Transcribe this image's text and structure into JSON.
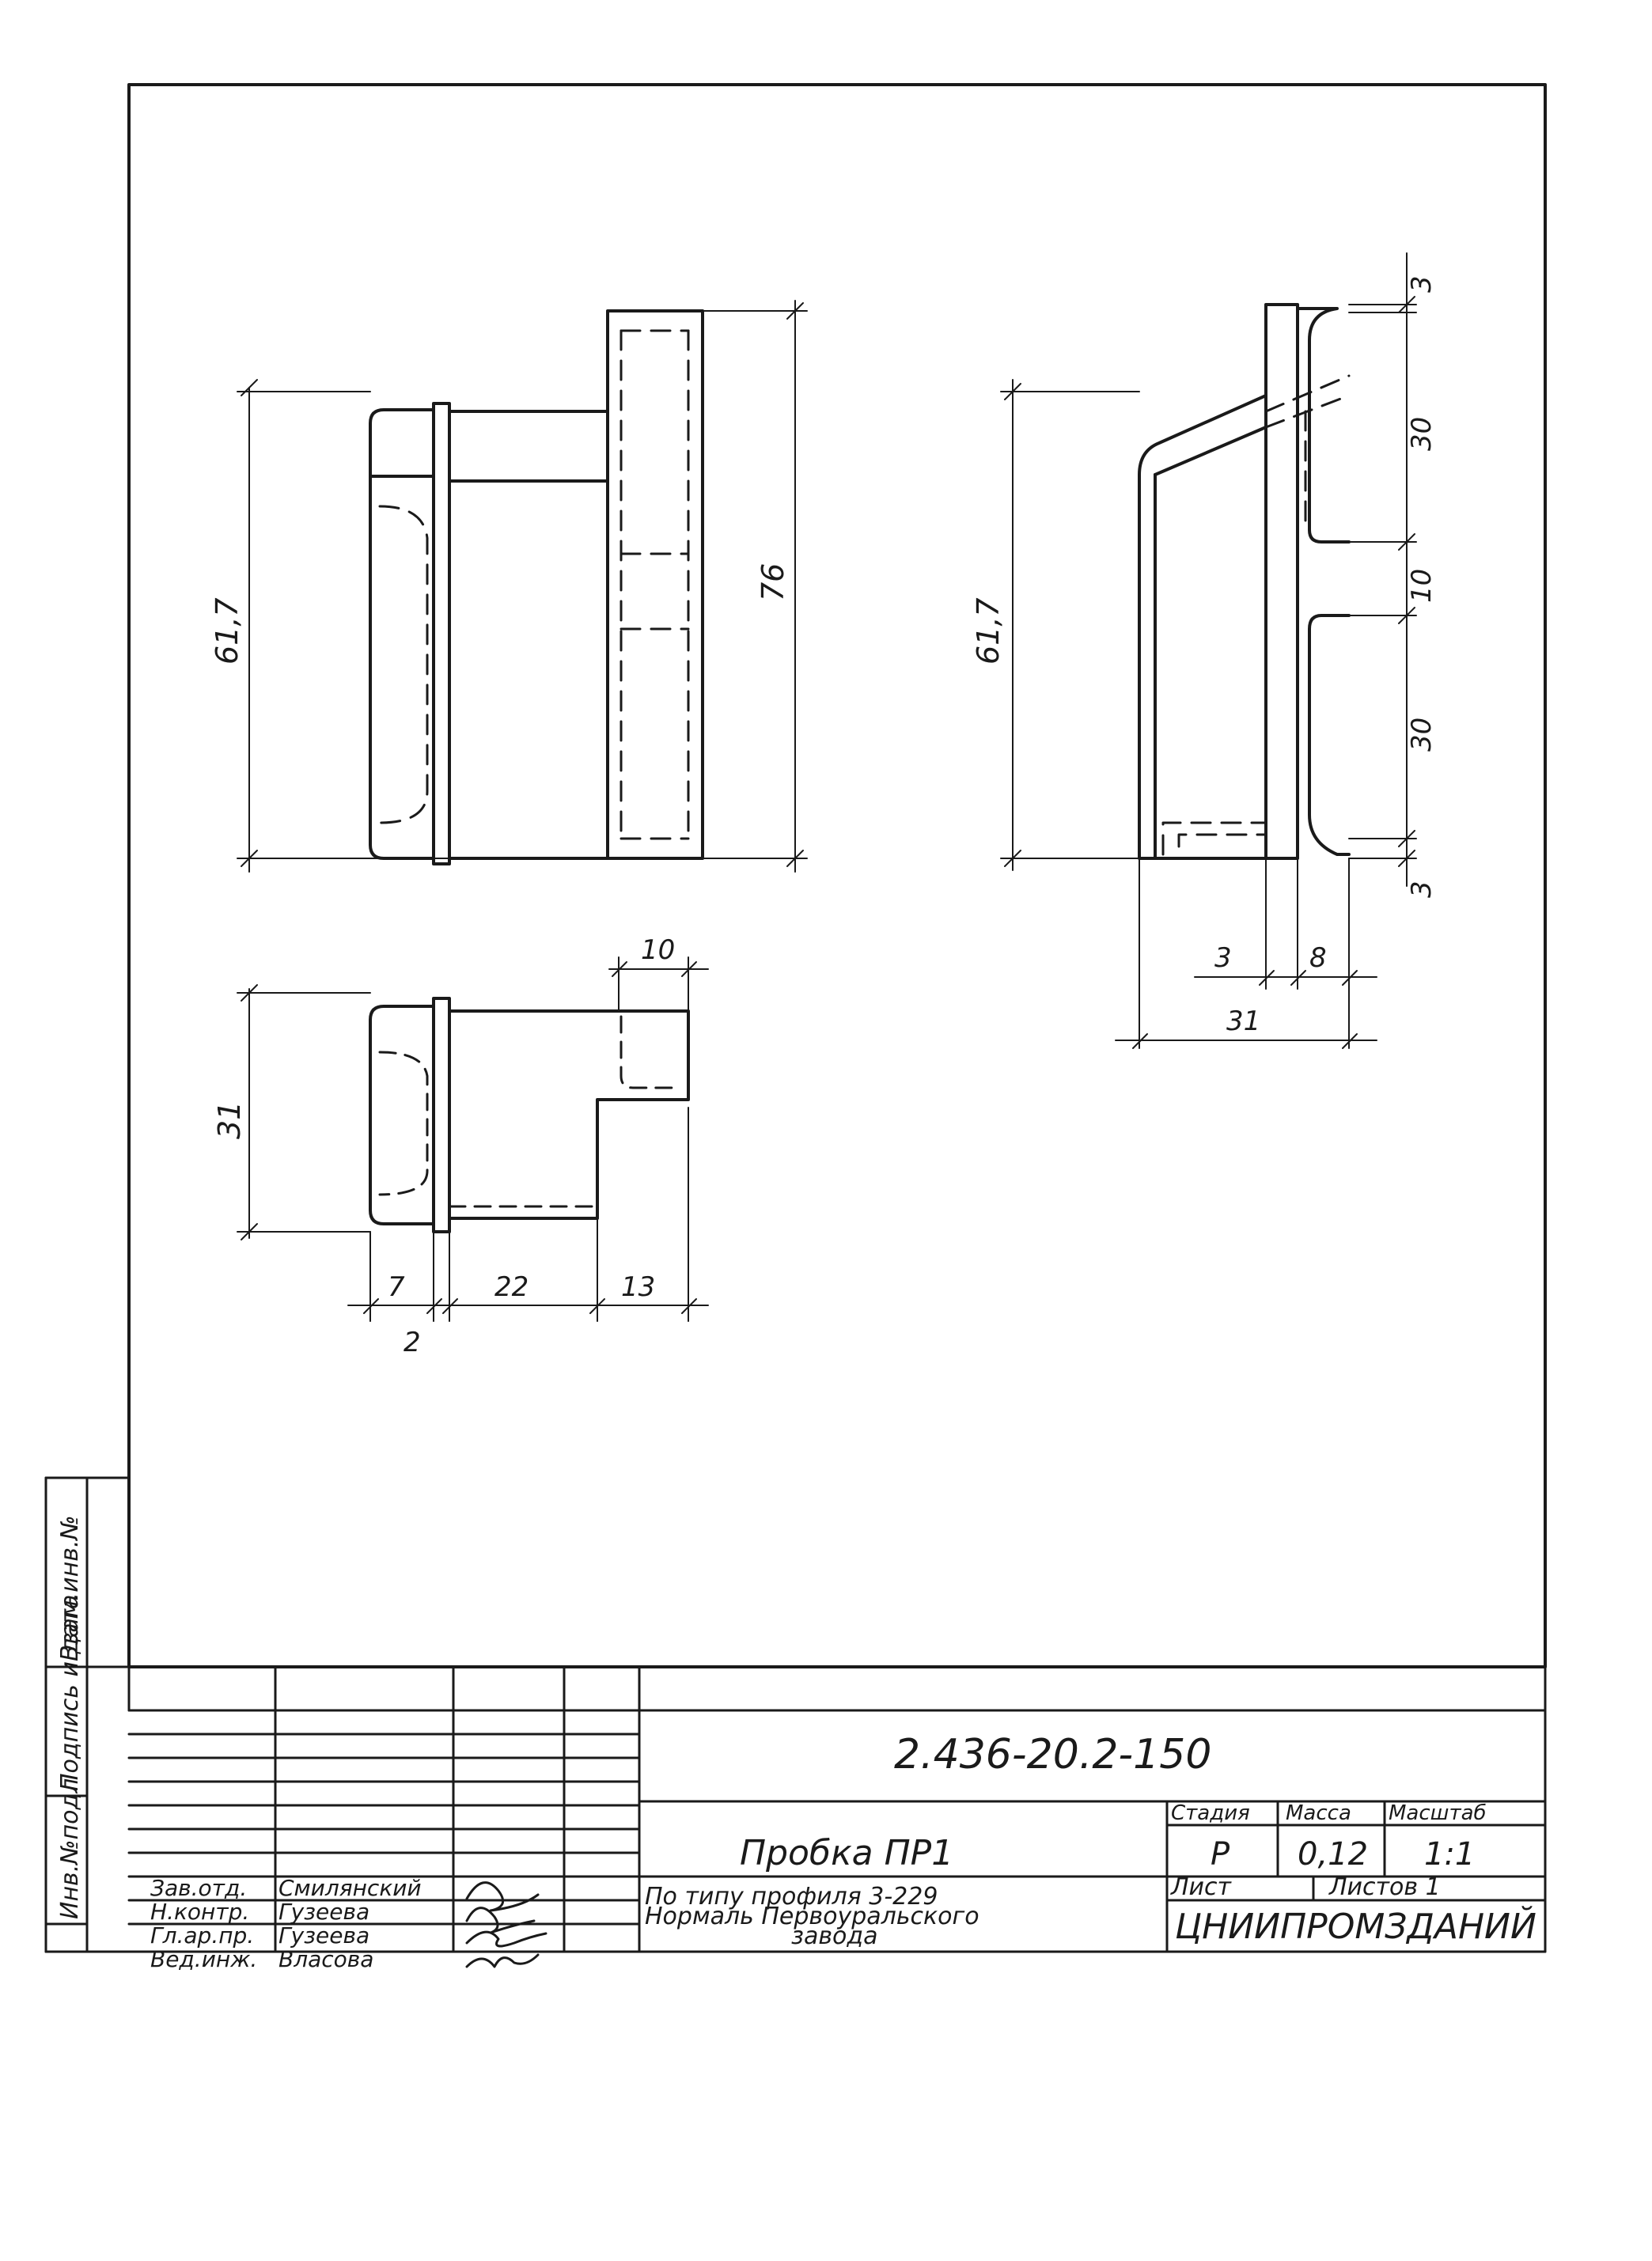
{
  "dimensions": {
    "front_height": "61,7",
    "front_overall": "76",
    "top_height": "31",
    "top_w1": "7",
    "top_w2": "2",
    "top_w3": "22",
    "top_w4": "13",
    "top_w5": "10",
    "side_height": "61,7",
    "side_top": "3",
    "side_seg1": "30",
    "side_mid": "10",
    "side_seg2": "30",
    "side_bottom": "3",
    "side_w1": "3",
    "side_w2": "8",
    "side_total": "31"
  },
  "margin": {
    "inv_original": "Инв.№подл",
    "signature_date": "Подпись и дата",
    "replacement_inv": "Взам.инв.№"
  },
  "title_block": {
    "doc_number": "2.436-20.2-150",
    "title": "Пробка  ПР1",
    "note_line1": "По типу профиля 3-229",
    "note_line2": "Нормаль Первоуральского",
    "note_line3": "завода",
    "stage_label": "Стадия",
    "mass_label": "Масса",
    "scale_label": "Масштаб",
    "stage_value": "Р",
    "mass_value": "0,12",
    "scale_value": "1:1",
    "sheet_label": "Лист",
    "sheets_label": "Листов 1",
    "organization": "ЦНИИПРОМЗДАНИЙ"
  },
  "staff": [
    {
      "role": "Зав.отд.",
      "name": "Смилянский"
    },
    {
      "role": "Н.контр.",
      "name": "Гузеева"
    },
    {
      "role": "Гл.ар.пр.",
      "name": "Гузеева"
    },
    {
      "role": "Вед.инж.",
      "name": "Власова"
    }
  ]
}
